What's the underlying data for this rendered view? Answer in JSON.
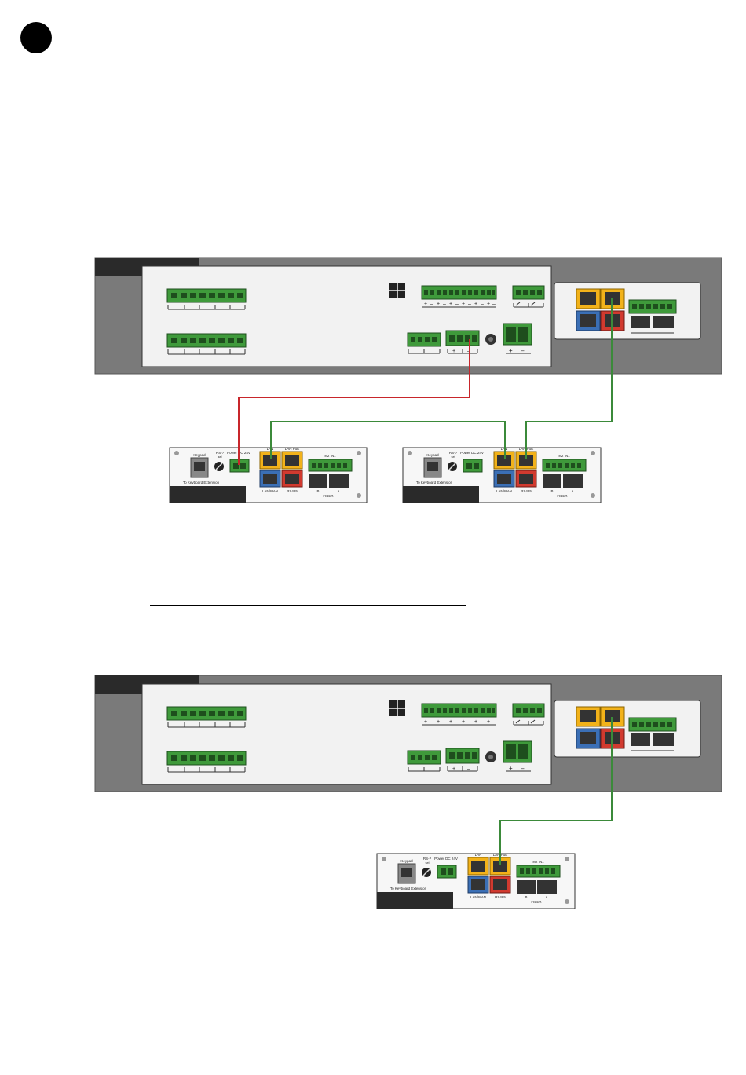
{
  "page": {
    "marker": "black-circle"
  },
  "colors": {
    "wire_red": "#c8262b",
    "wire_green": "#3b8a3a",
    "terminal_green": "#3f9a3b",
    "port_yellow": "#f2b21a",
    "port_blue": "#3b6fb5",
    "port_red": "#d13a2f",
    "chassis": "#7a7a7a",
    "panel": "#f2f2f2"
  },
  "keypad": {
    "keypad_label": "Keypad",
    "rs_label": "RS-?",
    "rs_sub": "sel",
    "power_label": "Power DC 24V",
    "lan_label": "LAN",
    "lan_poe_label": "LAN PoE",
    "lan_wan_label": "LAN/WAN",
    "rs485_label": "RS485",
    "keyboard_ext_label": "To Keyboard Extension",
    "fiber_label": "FIBER",
    "fiber_a": "B",
    "fiber_b": "A",
    "io_label": "IN2   IN1"
  },
  "main_unit": {
    "terminal_polarity": [
      "+",
      "–",
      "+",
      "–",
      "+",
      "–",
      "+",
      "–",
      "+",
      "–",
      "+",
      "–"
    ],
    "power_polarity": [
      "+",
      "–"
    ]
  }
}
